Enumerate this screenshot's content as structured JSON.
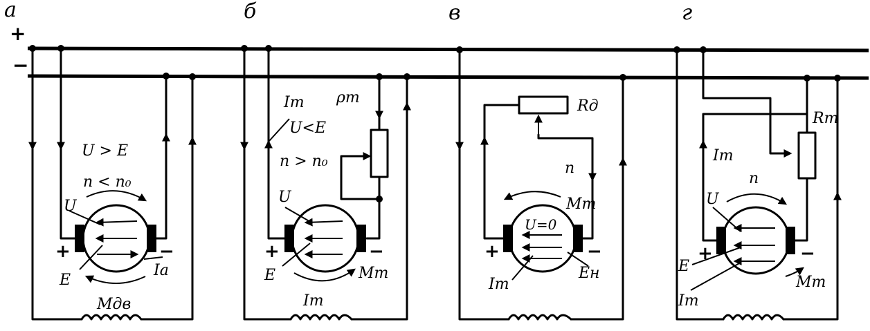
{
  "panels": {
    "a": "а",
    "b": "б",
    "v": "в",
    "g": "г"
  },
  "bus": {
    "plus": "+",
    "minus": "−"
  },
  "brush": {
    "plus": "+",
    "minus": "−"
  },
  "a": {
    "cond1": "U > E",
    "cond2": "n < n₀",
    "u": "U",
    "e": "E",
    "ia": "Iа",
    "m": "Mдв"
  },
  "b": {
    "it": "Iт",
    "rt": "ρт",
    "cond1": "U<E",
    "cond2": "n > n₀",
    "u": "U",
    "e": "E",
    "m": "Mт",
    "it2": "Iт"
  },
  "v": {
    "rd": "Rд",
    "n": "n",
    "m": "Mт",
    "u0": "U=0",
    "it": "Iт",
    "en": "Eн"
  },
  "g": {
    "rt": "Rт",
    "it": "Iт",
    "n": "n",
    "u": "U",
    "e": "E",
    "it2": "Iт",
    "m": "Mт"
  }
}
